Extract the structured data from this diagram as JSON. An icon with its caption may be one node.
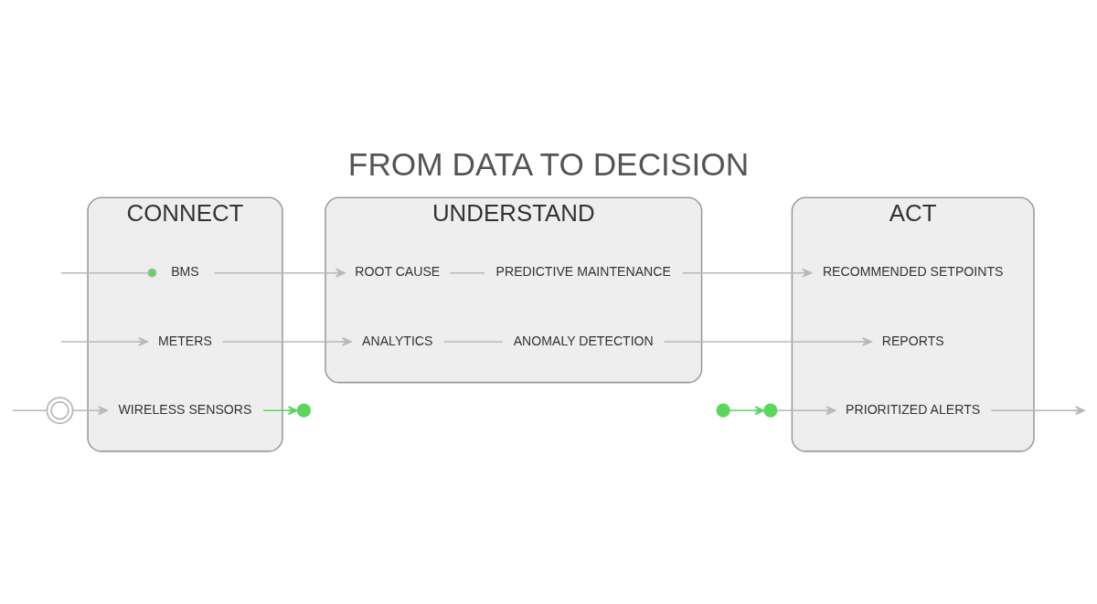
{
  "diagram": {
    "title": "FROM DATA TO DECISION",
    "nodes": [
      {
        "text": [],
        "shape": "circle"
      },
      {
        "text": [
          "CONNECT"
        ]
      },
      {
        "text": [
          "BMS"
        ],
        "in": 1
      },
      {
        "text": [
          "WIRELESS SENSORS"
        ],
        "in": 1
      },
      {
        "text": [
          "METERS"
        ],
        "in": 1
      },
      {
        "text": [],
        "shape": "circle"
      },
      {
        "text": [
          "UNDERSTAND"
        ]
      },
      {
        "text": [
          "ANALYTICS"
        ],
        "in": 6
      },
      {
        "text": [
          "ANOMALY DETECTION"
        ],
        "in": 6
      },
      {
        "text": [
          "ROOT CAUSE"
        ],
        "in": 6
      },
      {
        "text": [
          "PREDICTIVE MAINTENANCE"
        ],
        "in": 6
      },
      {
        "text": [],
        "shape": "circle"
      },
      {
        "text": [],
        "shape": "circle"
      },
      {
        "text": [
          "ACT"
        ]
      },
      {
        "text": [
          "RECOMMENDED SETPOINTS"
        ],
        "in": 13
      },
      {
        "text": [
          "PRIORITIZED ALERTS"
        ],
        "in": 13
      },
      {
        "text": [
          "REPORTS"
        ],
        "in": 13
      }
    ],
    "edges": [
      {
        "from": null,
        "to": 2,
        "arrow": "other"
      },
      {
        "from": null,
        "to": 0,
        "arrow": "none"
      },
      {
        "from": 0,
        "to": 3,
        "arrow": "to"
      },
      {
        "from": null,
        "to": 4,
        "arrow": "to"
      },
      {
        "from": 2,
        "to": 9,
        "arrow": "to"
      },
      {
        "from": 3,
        "to": 5,
        "arrow": "to",
        "color": "#5cd65c"
      },
      {
        "from": 4,
        "to": 7,
        "arrow": "to"
      },
      {
        "from": 7,
        "to": 8,
        "arrow": "none"
      },
      {
        "from": 9,
        "to": 10,
        "arrow": "none"
      },
      {
        "from": 8,
        "to": 16,
        "arrow": "to"
      },
      {
        "from": 10,
        "to": 14,
        "arrow": "to"
      },
      {
        "from": 11,
        "to": 12,
        "arrow": "to",
        "color": "#5cd65c"
      },
      {
        "from": 12,
        "to": 15,
        "arrow": "to"
      },
      {
        "from": 15,
        "to": null,
        "arrow": "to"
      }
    ]
  }
}
